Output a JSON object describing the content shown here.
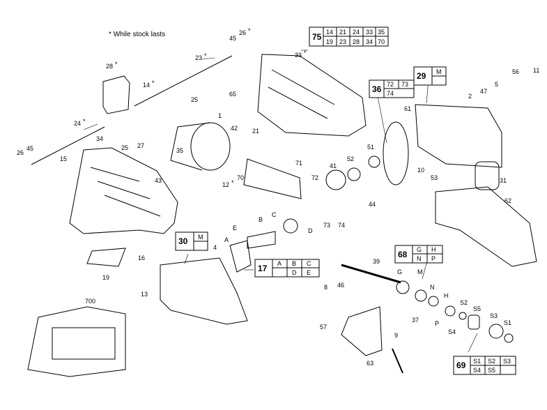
{
  "note": "While stock lasts",
  "note_marker": "*",
  "star": "*",
  "labels": [
    "45",
    "26",
    "23",
    "28",
    "14",
    "25",
    "65",
    "1",
    "42",
    "24",
    "26",
    "45",
    "15",
    "34",
    "25",
    "27",
    "35",
    "43",
    "21",
    "12",
    "70",
    "71",
    "72",
    "73",
    "41",
    "52",
    "51",
    "33",
    "36",
    "29",
    "2",
    "47",
    "5",
    "56",
    "11",
    "61",
    "10",
    "53",
    "31",
    "62",
    "44",
    "B",
    "C",
    "E",
    "D",
    "A",
    "30",
    "4",
    "16",
    "19",
    "13",
    "17",
    "39",
    "8",
    "46",
    "68",
    "G",
    "M",
    "N",
    "P",
    "H",
    "S2",
    "S5",
    "S3",
    "S1",
    "S4",
    "37",
    "57",
    "63",
    "9",
    "69",
    "700",
    "74"
  ],
  "box75": {
    "id": "75",
    "cells": [
      "14",
      "21",
      "24",
      "33",
      "35",
      "19",
      "23",
      "28",
      "34",
      "70"
    ]
  },
  "box36": {
    "id": "36",
    "cells": [
      "72",
      "73",
      "74"
    ]
  },
  "box29": {
    "id": "29",
    "cells": [
      "M"
    ]
  },
  "box30": {
    "id": "30",
    "cells": [
      "M"
    ]
  },
  "box17": {
    "id": "17",
    "cells": [
      "A",
      "B",
      "C",
      "D",
      "E"
    ]
  },
  "box68": {
    "id": "68",
    "cells": [
      "G",
      "H",
      "N",
      "P"
    ]
  },
  "box69": {
    "id": "69",
    "cells": [
      "S1",
      "S2",
      "S3",
      "S4",
      "S5"
    ]
  }
}
